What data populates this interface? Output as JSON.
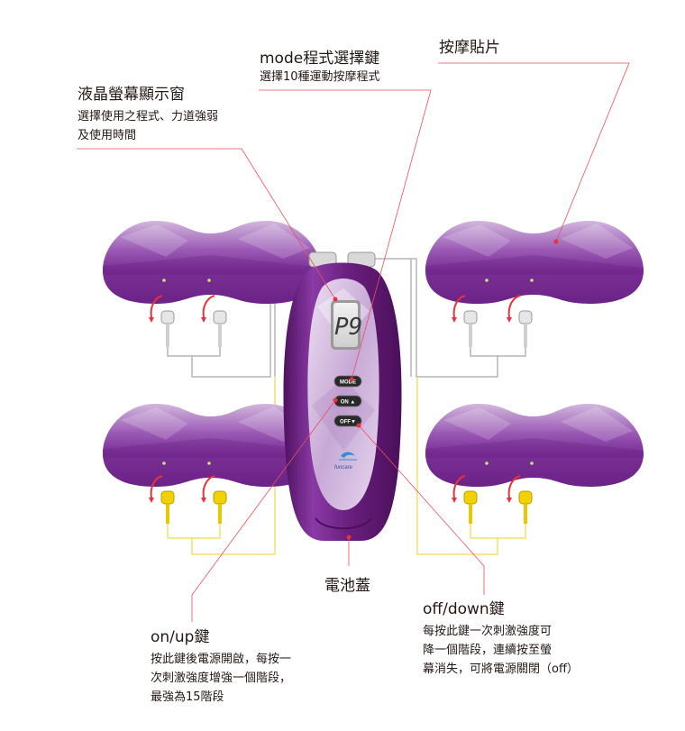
{
  "colors": {
    "pad_purple": "#7a2e95",
    "pad_light": "#b98dca",
    "leader_red": "#e8505b",
    "wire_gray": "#b5b5b5",
    "wire_yellow": "#f2e06e",
    "device_purple": "#6a1f7e"
  },
  "device": {
    "lcd_value": "P9",
    "buttons": {
      "mode": "MODE",
      "on": "ON ▲",
      "off": "OFF▼"
    },
    "brand": "funcare",
    "brand_icon": "dolphin-icon"
  },
  "callouts": {
    "mode": {
      "title": "mode程式選擇鍵",
      "desc": [
        "選擇10種運動按摩程式"
      ]
    },
    "pad": {
      "title": "按摩貼片"
    },
    "lcd": {
      "title": "液晶螢幕顯示窗",
      "desc": [
        "選擇使用之程式、力道強弱",
        "及使用時間"
      ]
    },
    "battery": {
      "title": "電池蓋"
    },
    "on": {
      "title": "on/up鍵",
      "desc": [
        "按此鍵後電源開啟，每按一",
        "次刺激強度增強一個階段，",
        "最強為15階段"
      ]
    },
    "off": {
      "title": "off/down鍵",
      "desc": [
        "每按此鍵一次刺激強度可",
        "降一個階段，連續按至螢",
        "幕消失，可將電源關閉（off）"
      ]
    }
  }
}
